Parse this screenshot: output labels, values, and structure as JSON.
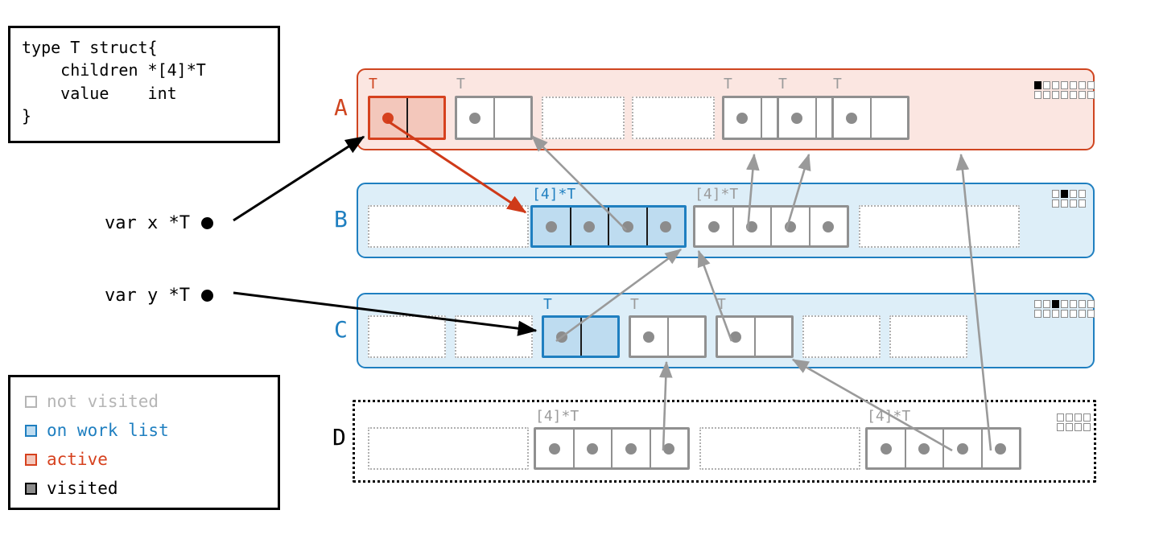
{
  "code_box": {
    "text": "type T struct{\n    children *[4]*T\n    value    int\n}"
  },
  "legend": {
    "items": [
      {
        "label": "not visited",
        "color": "#b5b5b5",
        "fill": "#ffffff"
      },
      {
        "label": "on work list",
        "color": "#1f7fc0",
        "fill": "#bedcf0"
      },
      {
        "label": "active",
        "color": "#d6411e",
        "fill": "#f3c7bb"
      },
      {
        "label": "visited",
        "color": "#000000",
        "fill": "#8c8c8c"
      }
    ]
  },
  "variables": [
    {
      "name": "var x *T"
    },
    {
      "name": "var y *T"
    }
  ],
  "colors": {
    "active_red": "#d6411e",
    "worklist_blue": "#1f7fc0",
    "visited_gray": "#8c8c8c",
    "not_visited_gray": "#b5b5b5",
    "band_a_fill": "#fbe6e1",
    "band_bc_fill": "#ddeef8"
  },
  "rows": [
    {
      "label": "A",
      "label_color": "#cf4520",
      "style": "red-band",
      "indicator": {
        "cols": 7,
        "rows": 2,
        "filled": [
          [
            0,
            0
          ]
        ]
      },
      "items": [
        {
          "kind": "cell",
          "type_label": "T",
          "state": "active",
          "parts": 2,
          "dot_part": 0
        },
        {
          "kind": "cell",
          "type_label": "T",
          "state": "not-visited",
          "parts": 2,
          "dot_part": 0
        },
        {
          "kind": "empty"
        },
        {
          "kind": "empty"
        },
        {
          "kind": "cell",
          "type_label": "T",
          "state": "not-visited",
          "parts": 2,
          "dot_part": 0
        },
        {
          "kind": "cell",
          "type_label": "T",
          "state": "not-visited",
          "parts": 2,
          "dot_part": 0
        },
        {
          "kind": "cell",
          "type_label": "T",
          "state": "not-visited",
          "parts": 2,
          "dot_part": 0
        }
      ]
    },
    {
      "label": "B",
      "label_color": "#1f7fc0",
      "style": "blue-band",
      "indicator": {
        "cols": 4,
        "rows": 2,
        "filled": [
          [
            0,
            1
          ]
        ]
      },
      "items": [
        {
          "kind": "empty-wide"
        },
        {
          "kind": "cell",
          "type_label": "[4]*T",
          "state": "on-work-list",
          "parts": 4,
          "dot_part": "all"
        },
        {
          "kind": "cell",
          "type_label": "[4]*T",
          "state": "not-visited",
          "parts": 4,
          "dot_part": "all"
        },
        {
          "kind": "empty-wide"
        }
      ]
    },
    {
      "label": "C",
      "label_color": "#1f7fc0",
      "style": "blue-band",
      "indicator": {
        "cols": 7,
        "rows": 2,
        "filled": [
          [
            0,
            2
          ]
        ]
      },
      "items": [
        {
          "kind": "empty"
        },
        {
          "kind": "empty"
        },
        {
          "kind": "cell",
          "type_label": "T",
          "state": "on-work-list",
          "parts": 2,
          "dot_part": 0
        },
        {
          "kind": "cell",
          "type_label": "T",
          "state": "not-visited",
          "parts": 2,
          "dot_part": 0
        },
        {
          "kind": "cell",
          "type_label": "T",
          "state": "not-visited",
          "parts": 2,
          "dot_part": 0
        },
        {
          "kind": "empty"
        },
        {
          "kind": "empty"
        }
      ]
    },
    {
      "label": "D",
      "label_color": "#000000",
      "style": "dotted-band",
      "indicator": {
        "cols": 4,
        "rows": 2,
        "filled": []
      },
      "items": [
        {
          "kind": "empty-wide"
        },
        {
          "kind": "cell",
          "type_label": "[4]*T",
          "state": "not-visited",
          "parts": 4,
          "dot_part": "all"
        },
        {
          "kind": "empty-wide"
        },
        {
          "kind": "cell",
          "type_label": "[4]*T",
          "state": "not-visited",
          "parts": 4,
          "dot_part": "all"
        }
      ]
    }
  ]
}
